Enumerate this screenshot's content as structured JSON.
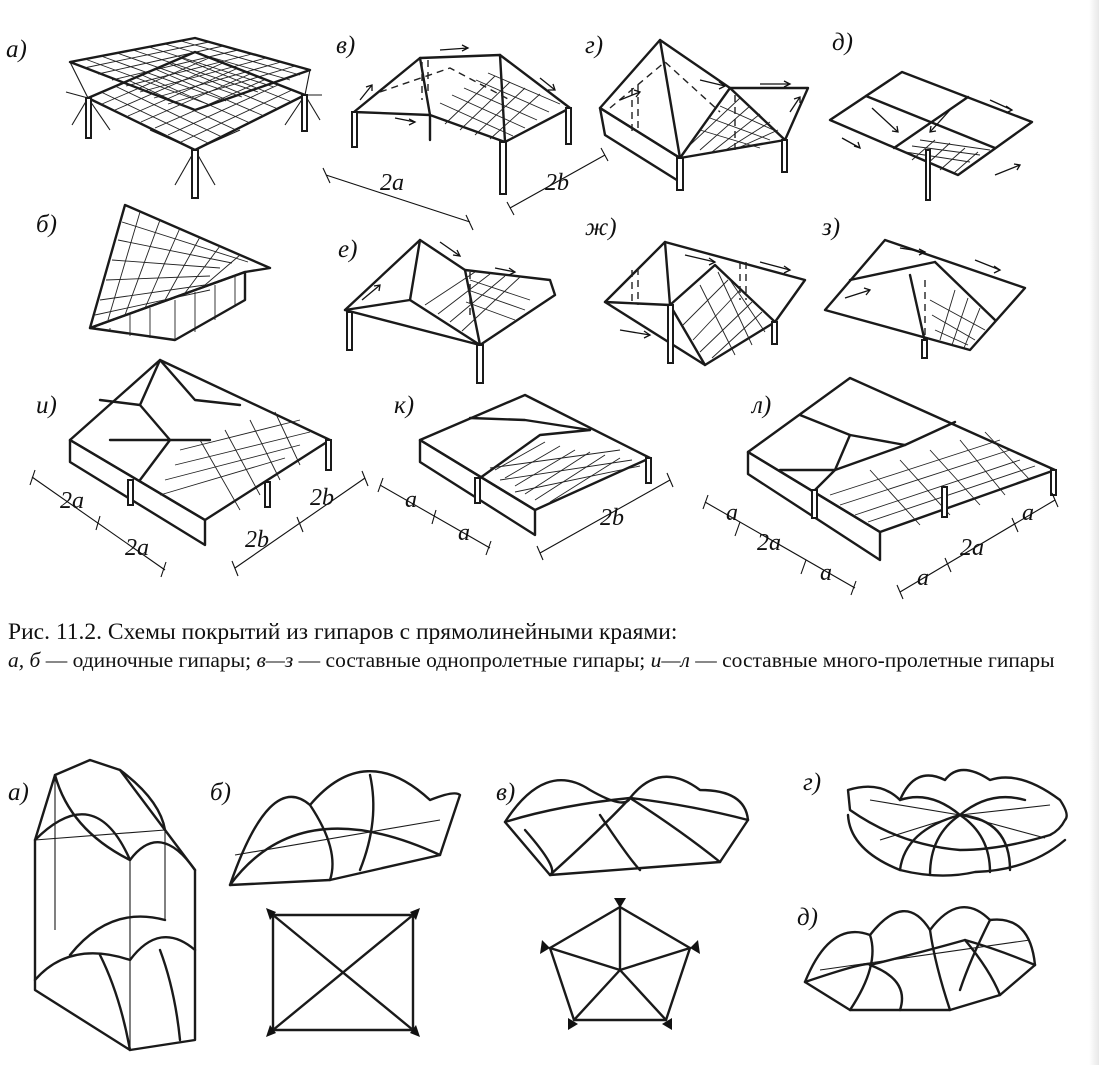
{
  "figure_top": {
    "panels": [
      {
        "id": "a",
        "label": "а)"
      },
      {
        "id": "v",
        "label": "в)"
      },
      {
        "id": "g",
        "label": "г)"
      },
      {
        "id": "d",
        "label": "д)"
      },
      {
        "id": "b",
        "label": "б)"
      },
      {
        "id": "e",
        "label": "е)"
      },
      {
        "id": "zh",
        "label": "ж)"
      },
      {
        "id": "z",
        "label": "з)"
      },
      {
        "id": "i",
        "label": "и)"
      },
      {
        "id": "k",
        "label": "к)"
      },
      {
        "id": "l",
        "label": "л)"
      }
    ],
    "dims": {
      "v_2a": "2a",
      "v_2b": "2b",
      "i_2a_1": "2a",
      "i_2a_2": "2a",
      "i_2b_1": "2b",
      "i_2b_2": "2b",
      "k_a_1": "a",
      "k_a_2": "a",
      "k_2b": "2b",
      "l_a_1": "a",
      "l_2a_1": "2a",
      "l_a_2": "a",
      "l_a_3": "a",
      "l_2a_2": "2a",
      "l_a_4": "a"
    }
  },
  "caption": {
    "title": "Рис. 11.2. Схемы покрытий из гипаров с прямолинейными краями:",
    "ab": "а, б",
    "ab_text": " — одиночные гипары; ",
    "vz": "в—з",
    "vz_text": " — составные однопролетные гипары; ",
    "il": "и—л",
    "il_text": " — составные много-пролетные гипары"
  },
  "figure_bottom": {
    "panels": [
      {
        "id": "a",
        "label": "а)"
      },
      {
        "id": "b",
        "label": "б)"
      },
      {
        "id": "v",
        "label": "в)"
      },
      {
        "id": "g",
        "label": "г)"
      },
      {
        "id": "d",
        "label": "д)"
      }
    ]
  }
}
